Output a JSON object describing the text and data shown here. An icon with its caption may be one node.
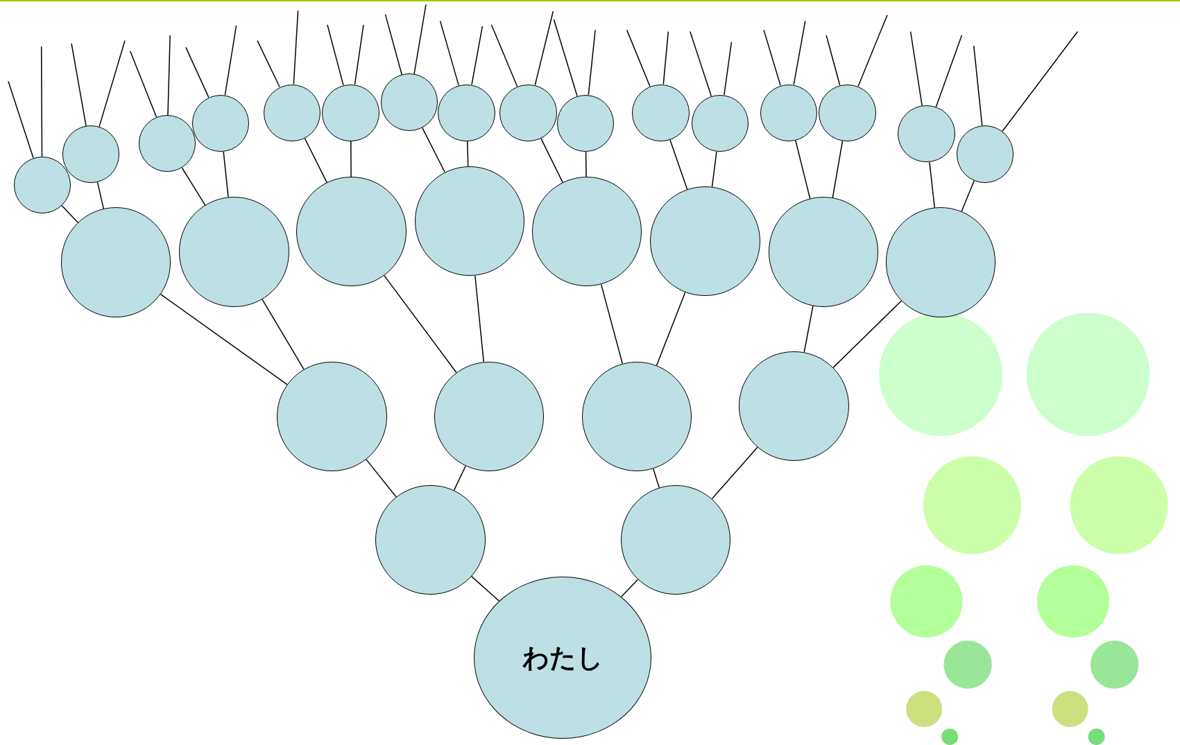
{
  "diagram": {
    "nodes": [
      {
        "text": [],
        "shape": "circle"
      },
      {
        "text": [],
        "shape": "circle"
      },
      {
        "text": [],
        "shape": "circle"
      },
      {
        "text": [],
        "shape": "circle"
      },
      {
        "text": [],
        "shape": "circle"
      },
      {
        "text": [],
        "shape": "circle"
      },
      {
        "text": [],
        "shape": "circle"
      },
      {
        "text": [],
        "shape": "circle"
      },
      {
        "text": [],
        "shape": "circle"
      },
      {
        "text": [],
        "shape": "circle"
      },
      {
        "text": [],
        "shape": "circle"
      },
      {
        "text": [],
        "shape": "circle"
      },
      {
        "text": [],
        "shape": "circle"
      },
      {
        "text": [],
        "shape": "circle"
      },
      {
        "text": [],
        "shape": "circle"
      },
      {
        "text": [],
        "shape": "circle"
      },
      {
        "text": [],
        "shape": "circle"
      },
      {
        "text": [],
        "shape": "circle"
      },
      {
        "text": [],
        "shape": "circle"
      },
      {
        "text": [],
        "shape": "circle"
      },
      {
        "text": [],
        "shape": "circle"
      },
      {
        "text": [],
        "shape": "circle"
      },
      {
        "text": [],
        "shape": "circle"
      },
      {
        "text": [],
        "shape": "circle"
      },
      {
        "text": [],
        "shape": "circle"
      },
      {
        "text": [],
        "shape": "circle"
      },
      {
        "text": [],
        "shape": "circle"
      },
      {
        "text": [],
        "shape": "circle"
      },
      {
        "text": [],
        "shape": "circle"
      },
      {
        "text": [],
        "shape": "circle"
      },
      {
        "text": [
          "わたし"
        ]
      }
    ],
    "edges": [
      {
        "from": 30,
        "to": 28,
        "arrow": "none"
      },
      {
        "from": 30,
        "to": 29,
        "arrow": "none"
      },
      {
        "from": 28,
        "to": 24,
        "arrow": "none"
      },
      {
        "from": 28,
        "to": 25,
        "arrow": "none"
      },
      {
        "from": 29,
        "to": 26,
        "arrow": "none"
      },
      {
        "from": 29,
        "to": 27,
        "arrow": "none"
      },
      {
        "from": 24,
        "to": 16,
        "arrow": "none"
      },
      {
        "from": 24,
        "to": 17,
        "arrow": "none"
      },
      {
        "from": 25,
        "to": 18,
        "arrow": "none"
      },
      {
        "from": 25,
        "to": 19,
        "arrow": "none"
      },
      {
        "from": 26,
        "to": 20,
        "arrow": "none"
      },
      {
        "from": 26,
        "to": 21,
        "arrow": "none"
      },
      {
        "from": 27,
        "to": 22,
        "arrow": "none"
      },
      {
        "from": 27,
        "to": 23,
        "arrow": "none"
      },
      {
        "from": 16,
        "to": 0,
        "arrow": "none"
      },
      {
        "from": 16,
        "to": 1,
        "arrow": "none"
      },
      {
        "from": 17,
        "to": 2,
        "arrow": "none"
      },
      {
        "from": 17,
        "to": 3,
        "arrow": "none"
      },
      {
        "from": 18,
        "to": 4,
        "arrow": "none"
      },
      {
        "from": 18,
        "to": 5,
        "arrow": "none"
      },
      {
        "from": 19,
        "to": 6,
        "arrow": "none"
      },
      {
        "from": 19,
        "to": 7,
        "arrow": "none"
      },
      {
        "from": 20,
        "to": 8,
        "arrow": "none"
      },
      {
        "from": 20,
        "to": 9,
        "arrow": "none"
      },
      {
        "from": 21,
        "to": 10,
        "arrow": "none"
      },
      {
        "from": 21,
        "to": 11,
        "arrow": "none"
      },
      {
        "from": 22,
        "to": 12,
        "arrow": "none"
      },
      {
        "from": 22,
        "to": 13,
        "arrow": "none"
      },
      {
        "from": 23,
        "to": 14,
        "arrow": "none"
      },
      {
        "from": 23,
        "to": 15,
        "arrow": "none"
      },
      {
        "from": 0,
        "to": null,
        "arrow": "none"
      },
      {
        "from": 0,
        "to": null,
        "arrow": "none"
      },
      {
        "from": 1,
        "to": null,
        "arrow": "none"
      },
      {
        "from": 1,
        "to": null,
        "arrow": "none"
      },
      {
        "from": 2,
        "to": null,
        "arrow": "none"
      },
      {
        "from": 2,
        "to": null,
        "arrow": "none"
      },
      {
        "from": 3,
        "to": null,
        "arrow": "none"
      },
      {
        "from": 3,
        "to": null,
        "arrow": "none"
      },
      {
        "from": 4,
        "to": null,
        "arrow": "none"
      },
      {
        "from": 4,
        "to": null,
        "arrow": "none"
      },
      {
        "from": 5,
        "to": null,
        "arrow": "none"
      },
      {
        "from": 5,
        "to": null,
        "arrow": "none"
      },
      {
        "from": 6,
        "to": null,
        "arrow": "none"
      },
      {
        "from": 6,
        "to": null,
        "arrow": "none"
      },
      {
        "from": 7,
        "to": null,
        "arrow": "none"
      },
      {
        "from": 7,
        "to": null,
        "arrow": "none"
      },
      {
        "from": 8,
        "to": null,
        "arrow": "none"
      },
      {
        "from": 8,
        "to": null,
        "arrow": "none"
      },
      {
        "from": 9,
        "to": null,
        "arrow": "none"
      },
      {
        "from": 9,
        "to": null,
        "arrow": "none"
      },
      {
        "from": 10,
        "to": null,
        "arrow": "none"
      },
      {
        "from": 10,
        "to": null,
        "arrow": "none"
      },
      {
        "from": 11,
        "to": null,
        "arrow": "none"
      },
      {
        "from": 11,
        "to": null,
        "arrow": "none"
      },
      {
        "from": 12,
        "to": null,
        "arrow": "none"
      },
      {
        "from": 12,
        "to": null,
        "arrow": "none"
      },
      {
        "from": 13,
        "to": null,
        "arrow": "none"
      },
      {
        "from": 13,
        "to": null,
        "arrow": "none"
      },
      {
        "from": 14,
        "to": null,
        "arrow": "none"
      },
      {
        "from": 14,
        "to": null,
        "arrow": "none"
      },
      {
        "from": 15,
        "to": null,
        "arrow": "none"
      },
      {
        "from": 15,
        "to": null,
        "arrow": "none"
      }
    ]
  }
}
